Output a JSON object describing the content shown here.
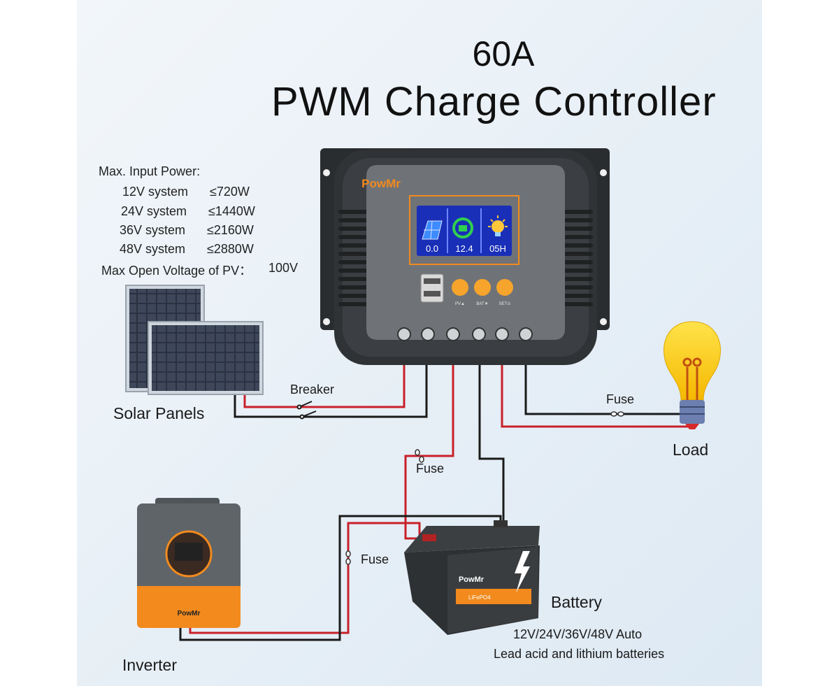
{
  "title": {
    "line1": "60A",
    "line2": "PWM Charge Controller"
  },
  "specs": {
    "heading": "Max. Input Power:",
    "rows": [
      {
        "system": "12V system",
        "power": "≤720W"
      },
      {
        "system": "24V system",
        "power": "≤1440W"
      },
      {
        "system": "36V system",
        "power": "≤2160W"
      },
      {
        "system": "48V system",
        "power": "≤2880W"
      }
    ],
    "pv_label": "Max Open Voltage of PV：",
    "pv_value": "100V"
  },
  "labels": {
    "solar_panels": "Solar Panels",
    "breaker": "Breaker",
    "fuse_load": "Fuse",
    "load": "Load",
    "fuse_battery": "Fuse",
    "fuse_inverter": "Fuse",
    "inverter": "Inverter",
    "battery": "Battery",
    "battery_systems": "12V/24V/36V/48V Auto",
    "battery_types": "Lead acid and lithium batteries"
  },
  "controller": {
    "brand": "PowMr",
    "display": {
      "pv_value": "0.0",
      "battery_value": "12.4",
      "load_value": "05H"
    },
    "button_labels": [
      "PV▲",
      "BAT▼",
      "SET⊙"
    ]
  },
  "inverter": {
    "brand": "PowMr"
  },
  "battery": {
    "brand": "PowMr",
    "chem": "LiFePO4"
  },
  "colors": {
    "background": "#e9f1f7",
    "wire_red": "#c8202a",
    "wire_black": "#1a1a1a",
    "accent_orange": "#f28a1e",
    "lcd_blue": "#1a2fb8"
  }
}
